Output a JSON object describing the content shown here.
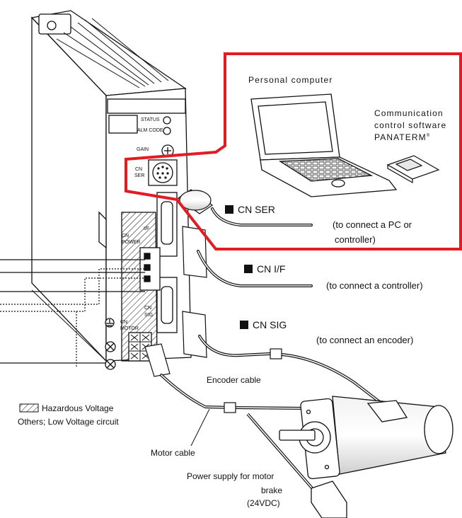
{
  "pc_label": "Personal computer",
  "software": [
    "Communication",
    "control software",
    "PANATERM"
  ],
  "software_tm": "®",
  "connectors": {
    "ser": {
      "name": "CN SER",
      "desc1": "(to connect a PC or",
      "desc2": "controller)"
    },
    "if": {
      "name": "CN I/F",
      "desc": "(to connect a controller)"
    },
    "sig": {
      "name": "CN SIG",
      "desc": "(to connect an encoder)"
    }
  },
  "encoder_cable": "Encoder cable",
  "motor_cable": "Motor cable",
  "brake_supply": [
    "Power supply for motor",
    "brake",
    "(24VDC)"
  ],
  "legend": {
    "hazard": "Hazardous Voltage",
    "low": "Others; Low Voltage circuit"
  },
  "panel": {
    "status": "STATUS",
    "alm": "ALM CODE",
    "gain": "GAIN",
    "cn_ser": [
      "CN",
      "SER"
    ],
    "cn_if": [
      "CN",
      "I/F"
    ],
    "cn_power": [
      "CN",
      "POWER"
    ],
    "cn_sig": [
      "CN",
      "SIG"
    ],
    "cn_motor": [
      "CN",
      "MOTOR"
    ]
  },
  "colors": {
    "highlight": "#e31b23",
    "ink": "#111111"
  }
}
